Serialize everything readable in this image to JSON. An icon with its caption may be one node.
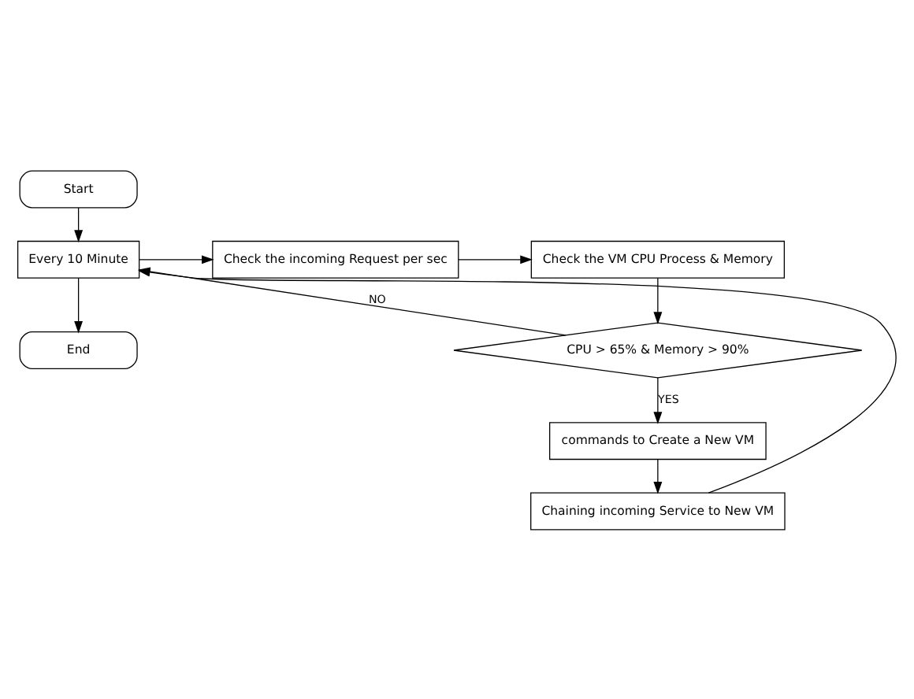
{
  "diagram": {
    "nodes": [
      {
        "text": [
          "Start"
        ]
      },
      {
        "text": [
          "Every 10 Minute"
        ]
      },
      {
        "text": [
          "Check the incoming Request per sec"
        ]
      },
      {
        "text": [
          "Check the VM CPU Process & Memory"
        ]
      },
      {
        "text": [
          "CPU > 65% & Memory > 90%"
        ]
      },
      {
        "text": [
          "commands to Create a New VM"
        ]
      },
      {
        "text": [
          "Chaining incoming Service to New VM"
        ]
      },
      {
        "text": [
          "End"
        ]
      }
    ],
    "edges": [
      {
        "from": 0,
        "to": 1,
        "arrow": "to"
      },
      {
        "from": 1,
        "to": 2,
        "arrow": "to"
      },
      {
        "from": 2,
        "to": 3,
        "arrow": "to"
      },
      {
        "from": 3,
        "to": 4,
        "arrow": "to"
      },
      {
        "from": 4,
        "to": 1,
        "arrow": "to",
        "label": "NO"
      },
      {
        "from": 4,
        "to": 5,
        "arrow": "to",
        "label": "YES"
      },
      {
        "from": 5,
        "to": 6,
        "arrow": "to"
      },
      {
        "from": 6,
        "to": 1,
        "arrow": "to"
      },
      {
        "from": 1,
        "to": 7,
        "arrow": "to"
      }
    ]
  }
}
